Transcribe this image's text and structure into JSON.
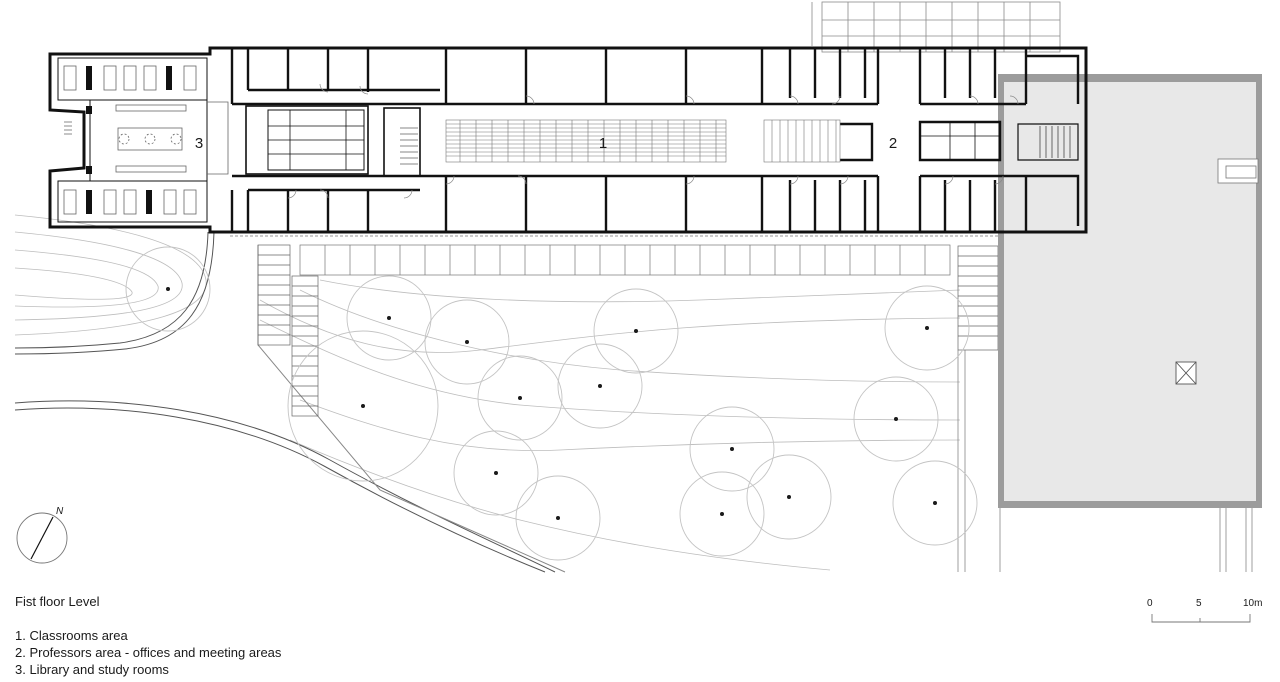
{
  "plan": {
    "title": "Fist floor Level",
    "zones": [
      {
        "number": "1",
        "label": "Classrooms area"
      },
      {
        "number": "2",
        "label": "Professors area - offices and meeting areas"
      },
      {
        "number": "3",
        "label": "Library and study rooms"
      }
    ],
    "legend": [
      "1. Classrooms area",
      "2. Professors area - offices and meeting areas",
      "3. Library and study rooms"
    ],
    "north_label": "N",
    "scale_labels": [
      "0",
      "5",
      "10m"
    ],
    "colors": {
      "wall": "#111111",
      "line": "#555555",
      "light_line": "#b5b5b5",
      "terrace_fill": "#e8e8e8",
      "terrace_border": "#9c9c9c"
    }
  }
}
